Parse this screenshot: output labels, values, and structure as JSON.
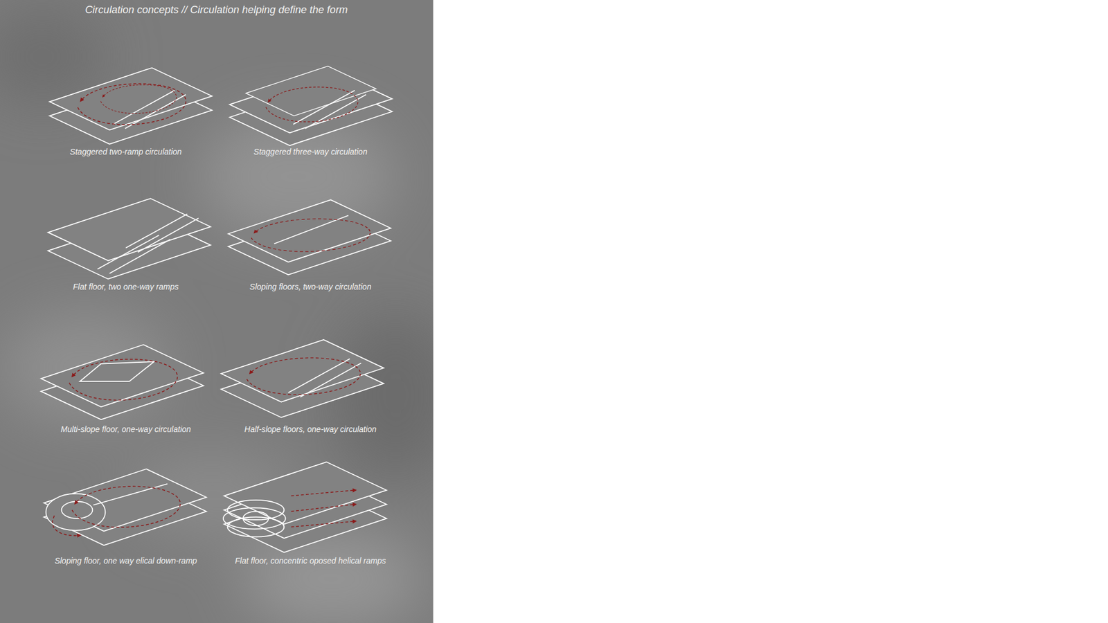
{
  "diagram": {
    "title": "Circulation concepts // Circulation helping define the form",
    "labels": [
      "Staggered two-ramp circulation",
      "Staggered three-way circulation",
      "Flat floor, two one-way ramps",
      "Sloping floors, two-way circulation",
      "Multi-slope floor, one-way circulation",
      "Half-slope floors, one-way circulation",
      "Sloping floor, one way elical down-ramp",
      "Flat floor, concentric oposed helical ramps"
    ]
  }
}
